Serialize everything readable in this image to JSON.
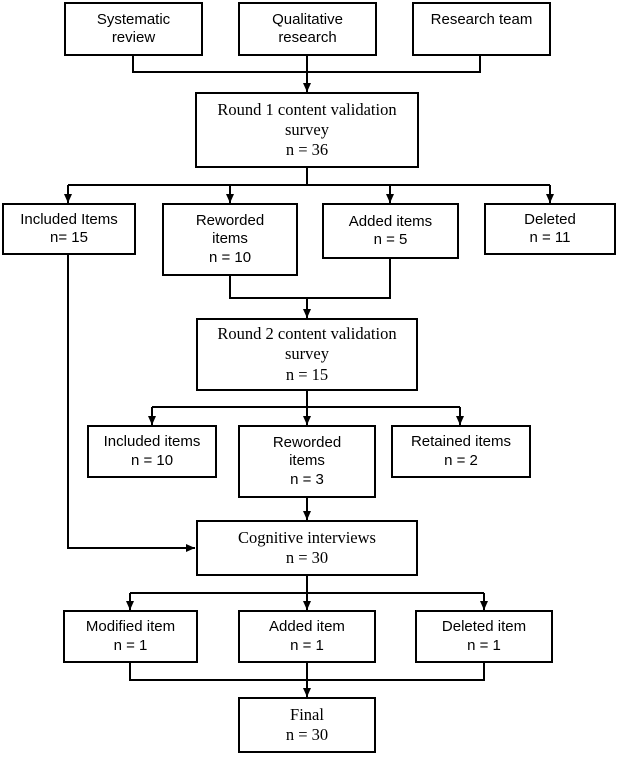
{
  "sources": {
    "systematic_review": [
      "Systematic",
      "review"
    ],
    "qualitative_research": [
      "Qualitative",
      "research"
    ],
    "research_team": [
      "Research team"
    ]
  },
  "round1": {
    "survey": [
      "Round 1 content validation",
      "survey",
      "n = 36"
    ],
    "included": [
      "Included Items",
      "n= 15"
    ],
    "reworded": [
      "Reworded",
      "items",
      "n = 10"
    ],
    "added": [
      "Added items",
      "n = 5"
    ],
    "deleted": [
      "Deleted",
      "n = 11"
    ]
  },
  "round2": {
    "survey": [
      "Round 2 content validation",
      "survey",
      "n = 15"
    ],
    "included": [
      "Included items",
      "n = 10"
    ],
    "reworded": [
      "Reworded",
      "items",
      "n = 3"
    ],
    "retained": [
      "Retained items",
      "n = 2"
    ]
  },
  "cognitive": {
    "interviews": [
      "Cognitive interviews",
      "n = 30"
    ],
    "modified": [
      "Modified item",
      "n = 1"
    ],
    "added": [
      "Added item",
      "n = 1"
    ],
    "deleted": [
      "Deleted item",
      "n = 1"
    ]
  },
  "final": [
    "Final",
    "n = 30"
  ]
}
